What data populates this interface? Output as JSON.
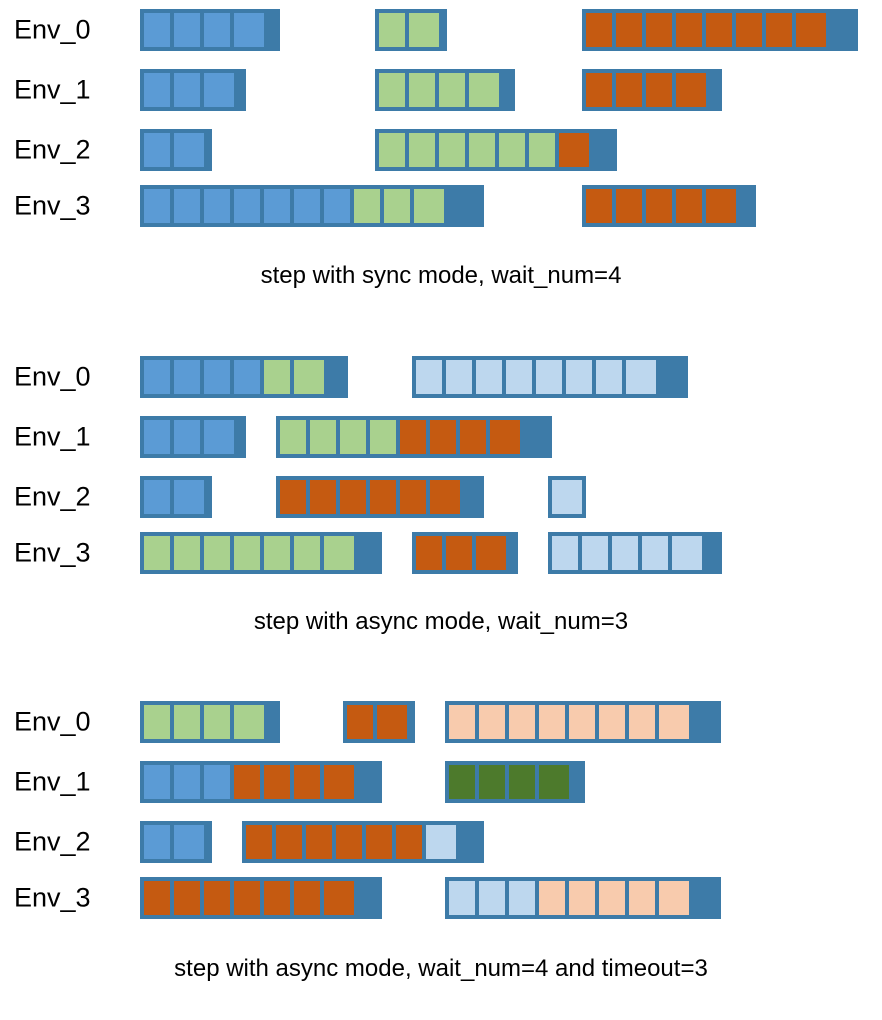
{
  "figure": {
    "title": "",
    "env_labels": [
      "Env_0",
      "Env_1",
      "Env_2",
      "Env_3"
    ],
    "colors": {
      "border": "#3d7ba8",
      "blue": "#5b9bd5",
      "light_blue": "#bdd7ee",
      "green": "#a9d18e",
      "dark_green": "#4d7a2c",
      "orange": "#c55a11",
      "light_orange": "#f8cbad",
      "background": "#ffffff",
      "text": "#000000"
    },
    "color_names": {
      "blue": "blue",
      "light_blue": "light-blue",
      "green": "green",
      "dark_green": "dark-green",
      "orange": "orange",
      "light_orange": "light-orange"
    }
  },
  "panels": [
    {
      "id": "panel-sync",
      "caption": "step with sync mode, wait_num=4",
      "rows": [
        {
          "label": "Env_0",
          "groups": [
            {
              "start": 140,
              "cells": [
                {
                  "color": "blue"
                },
                {
                  "color": "blue"
                },
                {
                  "color": "blue"
                },
                {
                  "color": "blue"
                }
              ]
            },
            {
              "start": 375,
              "cells": [
                {
                  "color": "green"
                },
                {
                  "color": "green"
                }
              ]
            },
            {
              "start": 582,
              "cells": [
                {
                  "color": "orange"
                },
                {
                  "color": "orange"
                },
                {
                  "color": "orange"
                },
                {
                  "color": "orange"
                },
                {
                  "color": "orange"
                },
                {
                  "color": "orange"
                },
                {
                  "color": "orange"
                },
                {
                  "color": "orange"
                }
              ]
            }
          ]
        },
        {
          "label": "Env_1",
          "groups": [
            {
              "start": 140,
              "cells": [
                {
                  "color": "blue"
                },
                {
                  "color": "blue"
                },
                {
                  "color": "blue"
                }
              ]
            },
            {
              "start": 375,
              "cells": [
                {
                  "color": "green"
                },
                {
                  "color": "green"
                },
                {
                  "color": "green"
                },
                {
                  "color": "green"
                }
              ]
            },
            {
              "start": 582,
              "cells": [
                {
                  "color": "orange"
                },
                {
                  "color": "orange"
                },
                {
                  "color": "orange"
                },
                {
                  "color": "orange"
                }
              ]
            }
          ]
        },
        {
          "label": "Env_2",
          "groups": [
            {
              "start": 140,
              "cells": [
                {
                  "color": "blue"
                },
                {
                  "color": "blue"
                }
              ]
            },
            {
              "start": 375,
              "cells": [
                {
                  "color": "green"
                },
                {
                  "color": "green"
                },
                {
                  "color": "green"
                },
                {
                  "color": "green"
                },
                {
                  "color": "green"
                },
                {
                  "color": "green"
                },
                {
                  "color": "orange"
                }
              ]
            }
          ]
        },
        {
          "label": "Env_3",
          "groups": [
            {
              "start": 140,
              "cells": [
                {
                  "color": "blue"
                },
                {
                  "color": "blue"
                },
                {
                  "color": "blue"
                },
                {
                  "color": "blue"
                },
                {
                  "color": "blue"
                },
                {
                  "color": "blue"
                },
                {
                  "color": "blue"
                },
                {
                  "color": "green"
                },
                {
                  "color": "green"
                },
                {
                  "color": "green"
                }
              ]
            },
            {
              "start": 582,
              "cells": [
                {
                  "color": "orange"
                },
                {
                  "color": "orange"
                },
                {
                  "color": "orange"
                },
                {
                  "color": "orange"
                },
                {
                  "color": "orange"
                }
              ]
            }
          ]
        }
      ]
    },
    {
      "id": "panel-async-wait3",
      "caption": "step with async mode, wait_num=3",
      "rows": [
        {
          "label": "Env_0",
          "groups": [
            {
              "start": 140,
              "cells": [
                {
                  "color": "blue"
                },
                {
                  "color": "blue"
                },
                {
                  "color": "blue"
                },
                {
                  "color": "blue"
                },
                {
                  "color": "green"
                },
                {
                  "color": "green"
                }
              ]
            },
            {
              "start": 412,
              "cells": [
                {
                  "color": "light_blue"
                },
                {
                  "color": "light_blue"
                },
                {
                  "color": "light_blue"
                },
                {
                  "color": "light_blue"
                },
                {
                  "color": "light_blue"
                },
                {
                  "color": "light_blue"
                },
                {
                  "color": "light_blue"
                },
                {
                  "color": "light_blue"
                }
              ]
            }
          ]
        },
        {
          "label": "Env_1",
          "groups": [
            {
              "start": 140,
              "cells": [
                {
                  "color": "blue"
                },
                {
                  "color": "blue"
                },
                {
                  "color": "blue"
                }
              ]
            },
            {
              "start": 276,
              "cells": [
                {
                  "color": "green"
                },
                {
                  "color": "green"
                },
                {
                  "color": "green"
                },
                {
                  "color": "green"
                },
                {
                  "color": "orange"
                },
                {
                  "color": "orange"
                },
                {
                  "color": "orange"
                },
                {
                  "color": "orange"
                }
              ]
            }
          ]
        },
        {
          "label": "Env_2",
          "groups": [
            {
              "start": 140,
              "cells": [
                {
                  "color": "blue"
                },
                {
                  "color": "blue"
                }
              ]
            },
            {
              "start": 276,
              "cells": [
                {
                  "color": "orange"
                },
                {
                  "color": "orange"
                },
                {
                  "color": "orange"
                },
                {
                  "color": "orange"
                },
                {
                  "color": "orange"
                },
                {
                  "color": "orange"
                }
              ]
            },
            {
              "start": 548,
              "cells": [
                {
                  "color": "light_blue"
                }
              ]
            }
          ]
        },
        {
          "label": "Env_3",
          "groups": [
            {
              "start": 140,
              "cells": [
                {
                  "color": "green"
                },
                {
                  "color": "green"
                },
                {
                  "color": "green"
                },
                {
                  "color": "green"
                },
                {
                  "color": "green"
                },
                {
                  "color": "green"
                },
                {
                  "color": "green"
                }
              ]
            },
            {
              "start": 412,
              "cells": [
                {
                  "color": "orange"
                },
                {
                  "color": "orange"
                },
                {
                  "color": "orange"
                }
              ]
            },
            {
              "start": 548,
              "cells": [
                {
                  "color": "light_blue"
                },
                {
                  "color": "light_blue"
                },
                {
                  "color": "light_blue"
                },
                {
                  "color": "light_blue"
                },
                {
                  "color": "light_blue"
                }
              ]
            }
          ]
        }
      ]
    },
    {
      "id": "panel-async-wait4-timeout3",
      "caption": "step with async mode, wait_num=4 and timeout=3",
      "rows": [
        {
          "label": "Env_0",
          "groups": [
            {
              "start": 140,
              "cells": [
                {
                  "color": "green"
                },
                {
                  "color": "green"
                },
                {
                  "color": "green"
                },
                {
                  "color": "green"
                }
              ]
            },
            {
              "start": 343,
              "cells": [
                {
                  "color": "orange"
                },
                {
                  "color": "orange"
                }
              ]
            },
            {
              "start": 445,
              "cells": [
                {
                  "color": "light_orange"
                },
                {
                  "color": "light_orange"
                },
                {
                  "color": "light_orange"
                },
                {
                  "color": "light_orange"
                },
                {
                  "color": "light_orange"
                },
                {
                  "color": "light_orange"
                },
                {
                  "color": "light_orange"
                },
                {
                  "color": "light_orange"
                }
              ]
            }
          ]
        },
        {
          "label": "Env_1",
          "groups": [
            {
              "start": 140,
              "cells": [
                {
                  "color": "blue"
                },
                {
                  "color": "blue"
                },
                {
                  "color": "blue"
                },
                {
                  "color": "orange"
                },
                {
                  "color": "orange"
                },
                {
                  "color": "orange"
                },
                {
                  "color": "orange"
                }
              ]
            },
            {
              "start": 445,
              "cells": [
                {
                  "color": "dark_green"
                },
                {
                  "color": "dark_green"
                },
                {
                  "color": "dark_green"
                },
                {
                  "color": "dark_green"
                }
              ]
            }
          ]
        },
        {
          "label": "Env_2",
          "groups": [
            {
              "start": 140,
              "cells": [
                {
                  "color": "blue"
                },
                {
                  "color": "blue"
                }
              ]
            },
            {
              "start": 242,
              "cells": [
                {
                  "color": "orange"
                },
                {
                  "color": "orange"
                },
                {
                  "color": "orange"
                },
                {
                  "color": "orange"
                },
                {
                  "color": "orange"
                },
                {
                  "color": "orange"
                },
                {
                  "color": "light_blue"
                }
              ]
            }
          ]
        },
        {
          "label": "Env_3",
          "groups": [
            {
              "start": 140,
              "cells": [
                {
                  "color": "orange"
                },
                {
                  "color": "orange"
                },
                {
                  "color": "orange"
                },
                {
                  "color": "orange"
                },
                {
                  "color": "orange"
                },
                {
                  "color": "orange"
                },
                {
                  "color": "orange"
                }
              ]
            },
            {
              "start": 445,
              "cells": [
                {
                  "color": "light_blue"
                },
                {
                  "color": "light_blue"
                },
                {
                  "color": "light_blue"
                },
                {
                  "color": "light_orange"
                },
                {
                  "color": "light_orange"
                },
                {
                  "color": "light_orange"
                },
                {
                  "color": "light_orange"
                },
                {
                  "color": "light_orange"
                }
              ]
            }
          ]
        }
      ]
    }
  ]
}
